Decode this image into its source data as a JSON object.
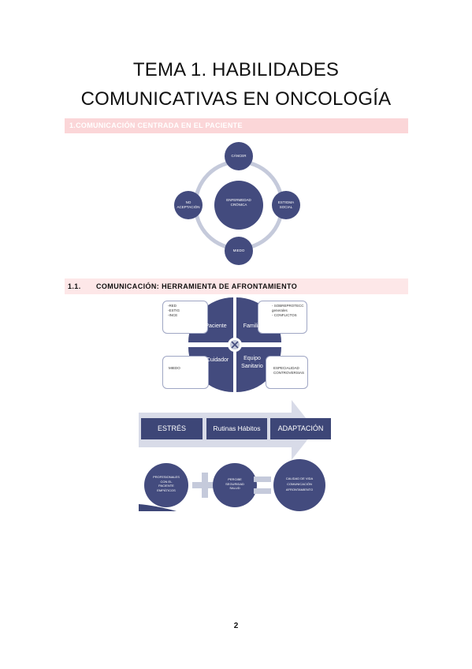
{
  "title": {
    "line1": "TEMA 1. HABILIDADES",
    "line2": "COMUNICATIVAS EN ONCOLOGÍA"
  },
  "section1": {
    "heading": "1.COMUNICACIÓN CENTRADA EN EL PACIENTE",
    "diagram": {
      "center": [
        "ENFERMEDAD",
        "CRÓNICA"
      ],
      "top": "CÁNCER",
      "bottom": "MIEDO",
      "left": [
        "NO",
        "ACEPTACIÓN"
      ],
      "right": [
        "ESTIGMA",
        "SOCIAL"
      ]
    }
  },
  "section2": {
    "number": "1.1.",
    "heading": "COMUNICACIÓN: HERRAMIENTA DE AFRONTAMIENTO",
    "quadrants": {
      "tl": "Paciente",
      "tr": "Familia",
      "bl": "Cuidador",
      "br": [
        "Equipo",
        "Sanitario"
      ]
    },
    "boxes": {
      "tl": [
        "-RED",
        "-ESTIG",
        "-INCE"
      ],
      "tr": [
        "- SOBREPROTECC",
        "  generales",
        "- CONFLICTOS"
      ],
      "bl": "MIEDO",
      "br": [
        "ESPECIALIDAD",
        "CONTROVERSIAS"
      ]
    },
    "process": {
      "step1": "ESTRÉS",
      "step2": "Rutinas Hábitos",
      "step3": "ADAPTACIÓN"
    },
    "equation": {
      "left": [
        "PROFESIONALES",
        "CON EL",
        "PACIENTE",
        "EMPÁTICOS"
      ],
      "middle": [
        "PERCIBE",
        "SEGURIDAD",
        "SALUD"
      ],
      "right": [
        "CALIDAD DE VIDA",
        "COMUNICACIÓN",
        "AFRONTAMIENTO"
      ]
    }
  },
  "page_number": "2",
  "colors": {
    "band": "#fbd6d8",
    "circle_fill": "#434b7e",
    "ring": "#c5cadb",
    "chevron_fill": "#3d4677",
    "arrow_fill": "#d8dbe8"
  }
}
